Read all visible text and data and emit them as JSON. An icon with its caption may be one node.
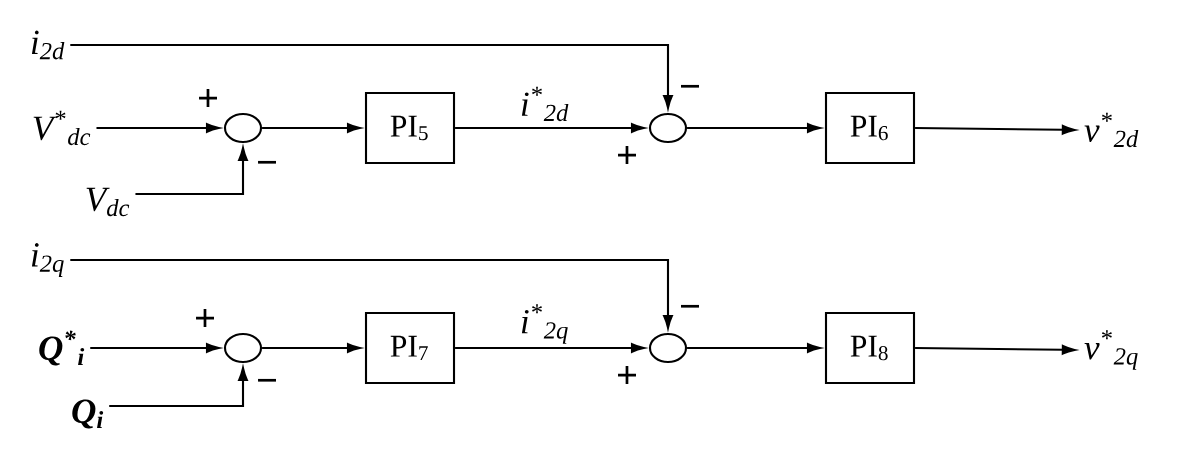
{
  "diagram": {
    "nodes": [
      {
        "text": [
          "i$_{2d}$"
        ]
      },
      {
        "text": [
          "V$^{*}$$_{dc}$"
        ]
      },
      {
        "text": [],
        "shape": "circle"
      },
      {
        "text": [
          "PI$_{5}$"
        ]
      },
      {
        "text": [],
        "shape": "circle"
      },
      {
        "text": [
          "PI$_{6}$"
        ]
      },
      {
        "text": [
          "v$^{*}$$_{2d}$"
        ]
      },
      {
        "text": [
          "V$_{dc}$"
        ]
      },
      {
        "text": [
          "i$_{2q}$"
        ]
      },
      {
        "text": [
          "Q$^{*}$$_{i}$"
        ]
      },
      {
        "text": [],
        "shape": "circle"
      },
      {
        "text": [
          "PI$_{7}$"
        ]
      },
      {
        "text": [],
        "shape": "circle"
      },
      {
        "text": [
          "PI$_{8}$"
        ]
      },
      {
        "text": [
          "v$^{*}$$_{2q}$"
        ]
      },
      {
        "text": [
          "Q$_{i}$"
        ]
      }
    ],
    "edges": [
      {
        "from": 0,
        "to": 4,
        "arrow": "to"
      },
      {
        "from": 1,
        "to": 2,
        "arrow": "to"
      },
      {
        "from": 7,
        "to": 2,
        "arrow": "to"
      },
      {
        "from": 2,
        "to": 3,
        "arrow": "to"
      },
      {
        "from": 3,
        "to": 4,
        "arrow": "to",
        "label": "i$^{*}$$_{2d}$"
      },
      {
        "from": 4,
        "to": 5,
        "arrow": "to"
      },
      {
        "from": 5,
        "to": 6,
        "arrow": "to"
      },
      {
        "from": 8,
        "to": 12,
        "arrow": "to"
      },
      {
        "from": 9,
        "to": 10,
        "arrow": "to"
      },
      {
        "from": 15,
        "to": 10,
        "arrow": "to"
      },
      {
        "from": 10,
        "to": 11,
        "arrow": "to"
      },
      {
        "from": 11,
        "to": 12,
        "arrow": "to",
        "label": "i$^{*}$$_{2q}$"
      },
      {
        "from": 12,
        "to": 13,
        "arrow": "to"
      },
      {
        "from": 13,
        "to": 14,
        "arrow": "to"
      }
    ],
    "labels": [
      "−",
      "+",
      "+",
      "−",
      "−",
      "+",
      "+",
      "−"
    ]
  }
}
